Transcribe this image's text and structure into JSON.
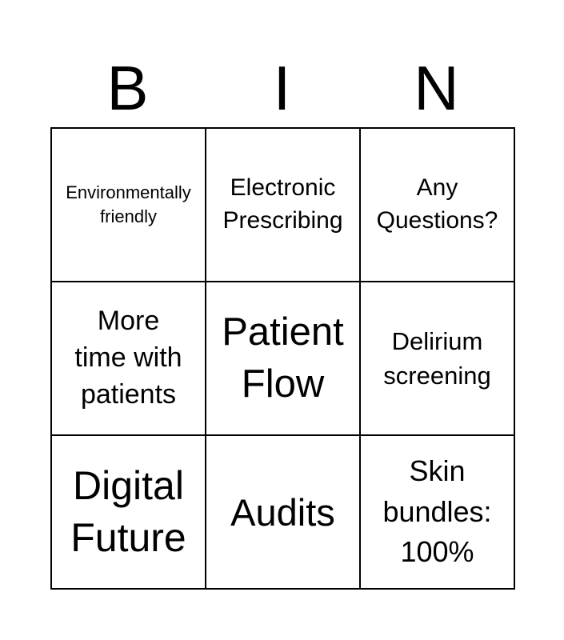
{
  "colors": {
    "background": "#ffffff",
    "text": "#000000",
    "border": "#000000"
  },
  "header": {
    "letters": [
      "B",
      "I",
      "N"
    ]
  },
  "cells": [
    {
      "text": "Environmentally\nfriendly"
    },
    {
      "text": "Electronic\nPrescribing"
    },
    {
      "text": "Any\nQuestions?"
    },
    {
      "text": "More\ntime with\npatients"
    },
    {
      "text": "Patient\nFlow"
    },
    {
      "text": "Delirium\nscreening"
    },
    {
      "text": "Digital\nFuture"
    },
    {
      "text": "Audits"
    },
    {
      "text": "Skin\nbundles:\n100%"
    }
  ]
}
